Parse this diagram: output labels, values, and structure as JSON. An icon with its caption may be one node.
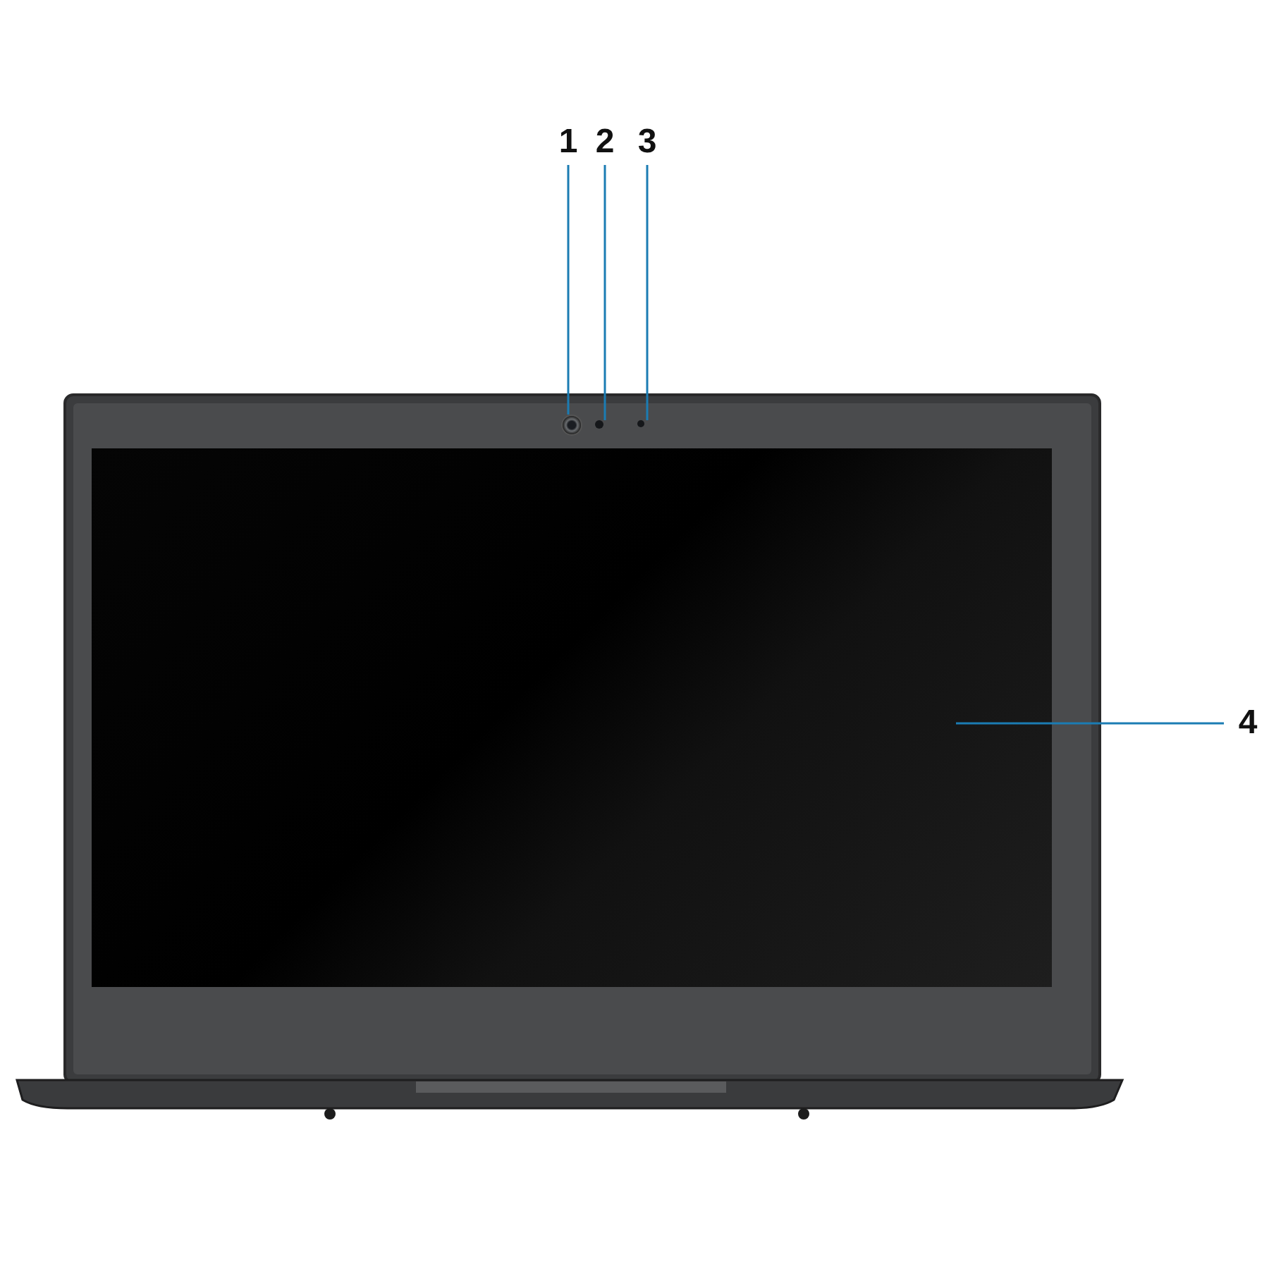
{
  "diagram": {
    "nodes": [
      {
        "text": [
          "1"
        ]
      },
      {
        "text": [
          "2"
        ]
      },
      {
        "text": [
          "3"
        ]
      },
      {
        "text": [
          "4"
        ]
      },
      {
        "text": [],
        "shape": "circle"
      },
      {
        "text": [],
        "shape": "circle"
      },
      {
        "text": [],
        "shape": "circle"
      },
      {
        "text": [],
        "shape": "box"
      }
    ],
    "edges": [
      {
        "from": 0,
        "to": 4,
        "arrow": "none"
      },
      {
        "from": 1,
        "to": 5,
        "arrow": "none"
      },
      {
        "from": 2,
        "to": 6,
        "arrow": "none"
      },
      {
        "from": 3,
        "to": 7,
        "arrow": "none"
      }
    ]
  }
}
